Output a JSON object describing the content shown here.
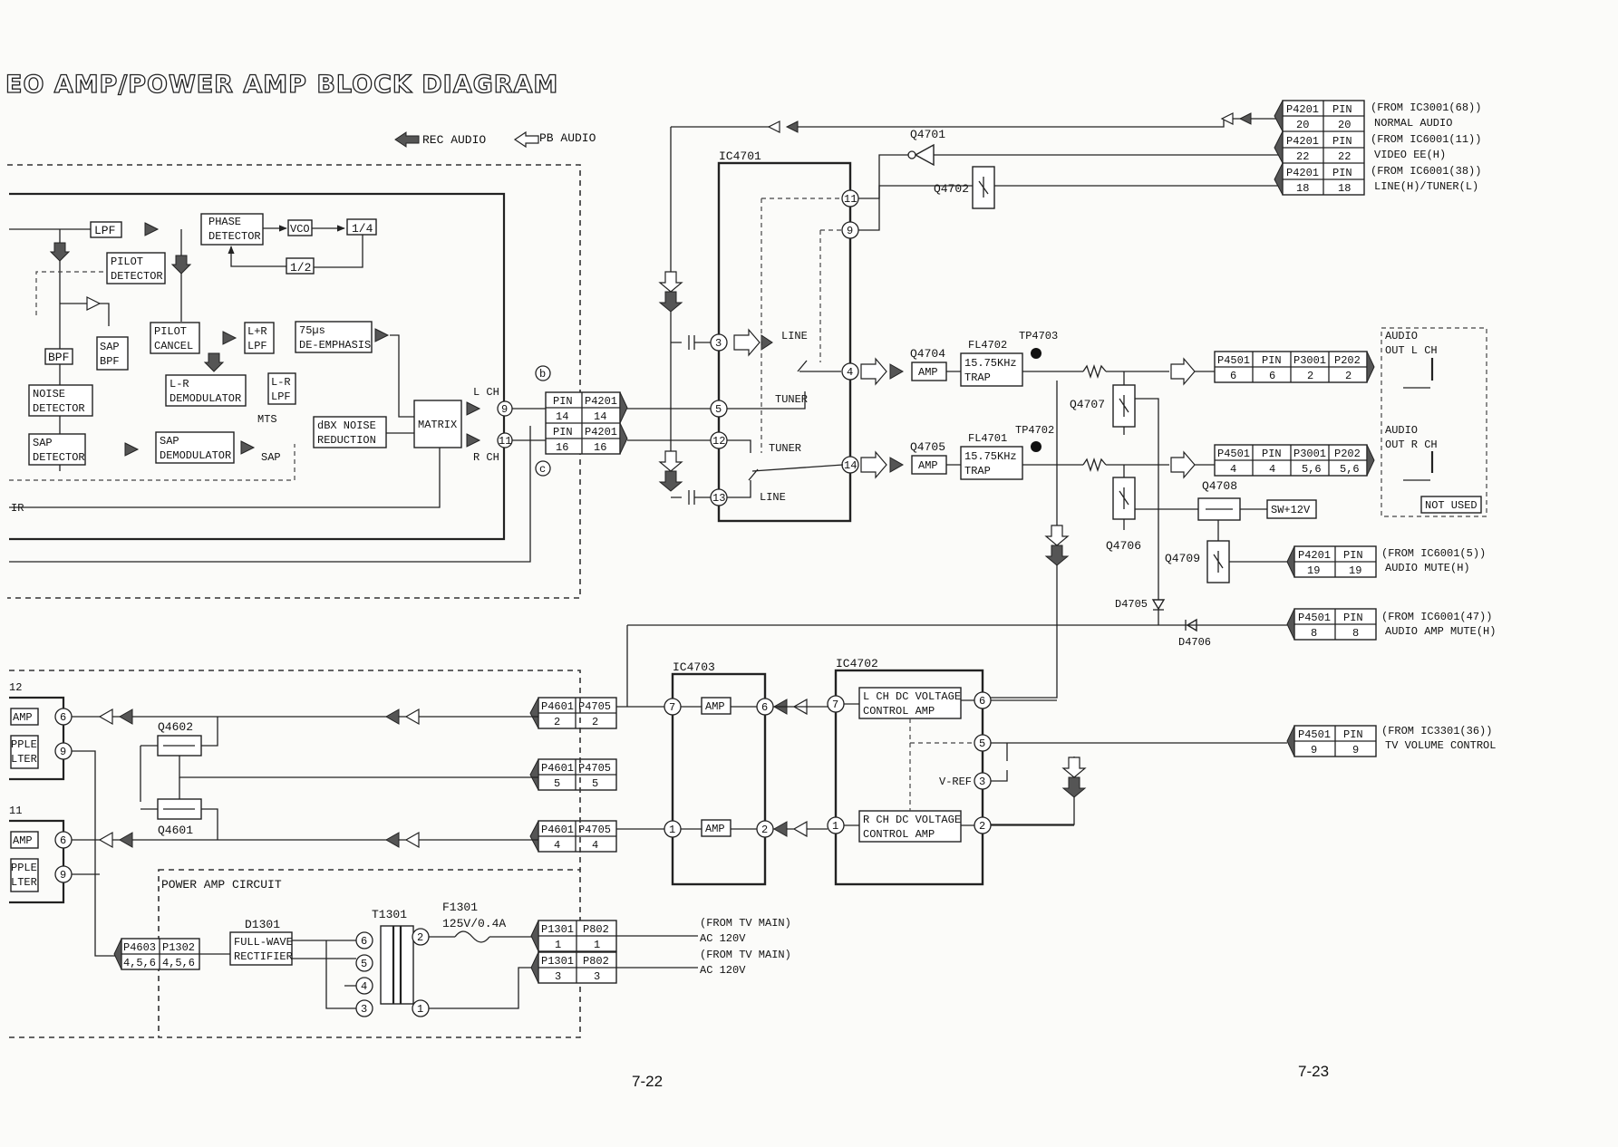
{
  "title": "EO AMP/POWER AMP BLOCK DIAGRAM",
  "legend": {
    "rec_audio": "REC AUDIO",
    "pb_audio": "PB AUDIO"
  },
  "page_numbers": {
    "left": "7-22",
    "right": "7-23"
  },
  "blocks": {
    "lpf": "LPF",
    "phase_detector_1": "PHASE",
    "phase_detector_2": "DETECTOR",
    "vco": "VCO",
    "div4": "1/4",
    "div2": "1/2",
    "pilot_detector_1": "PILOT",
    "pilot_detector_2": "DETECTOR",
    "pilot_cancel_1": "PILOT",
    "pilot_cancel_2": "CANCEL",
    "lr_lpf_1": "L+R",
    "lr_lpf_2": "LPF",
    "deemph_1": "75µs",
    "deemph_2": "DE-EMPHASIS",
    "bpf": "BPF",
    "sap_bpf_1": "SAP",
    "sap_bpf_2": "BPF",
    "noise_det_1": "NOISE",
    "noise_det_2": "DETECTOR",
    "lr_demod_1": "L-R",
    "lr_demod_2": "DEMODULATOR",
    "lmr_lpf_1": "L-R",
    "lmr_lpf_2": "LPF",
    "mts": "MTS",
    "sap_det_1": "SAP",
    "sap_det_2": "DETECTOR",
    "sap_demod_1": "SAP",
    "sap_demod_2": "DEMODULATOR",
    "sap_sw": "SAP",
    "dbx_1": "dBX NOISE",
    "dbx_2": "REDUCTION",
    "matrix": "MATRIX",
    "lch": "L CH",
    "rch": "R CH",
    "ir": "IR",
    "amp": "AMP",
    "ripple_1": "PPLE",
    "ripple_2": "LTER",
    "left_num_1": "12",
    "left_num_2": "11",
    "q4602": "Q4602",
    "q4601": "Q4601"
  },
  "circle_labels": {
    "b": "b",
    "c": "c"
  },
  "ic4701": {
    "name": "IC4701",
    "line_top": "LINE",
    "tuner_top": "TUNER",
    "tuner_bot": "TUNER",
    "line_bot": "LINE"
  },
  "connectors": {
    "pin": "PIN",
    "p4201": "P4201",
    "p4501": "P4501",
    "p3001": "P3001",
    "p202": "P202",
    "p4601": "P4601",
    "p4705": "P4705",
    "p4603": "P4603",
    "p1302": "P1302",
    "p1301": "P1301",
    "p802": "P802",
    "c_14": "14",
    "c_16": "16",
    "c_20": "20",
    "c_22": "22",
    "c_18": "18",
    "c_19": "19",
    "c_6": "6",
    "c_2": "2",
    "c_4": "4",
    "c_56": "5,6",
    "c_8": "8",
    "c_9": "9",
    "c_5": "5",
    "c_456": "4,5,6",
    "c_1": "1",
    "c_3": "3"
  },
  "notes": {
    "from_68": "(FROM IC3001(68))",
    "normal_audio": "NORMAL AUDIO",
    "from_11": "(FROM IC6001(11))",
    "video_ee": "VIDEO EE(H)",
    "from_38": "(FROM IC6001(38))",
    "line_tuner": "LINE(H)/TUNER(L)",
    "from_5": "(FROM IC6001(5))",
    "audio_mute": "AUDIO MUTE(H)",
    "from_47": "(FROM IC6001(47))",
    "audio_amp_mute": "AUDIO AMP MUTE(H)",
    "from_36": "(FROM IC3301(36))",
    "tv_volume": "TV VOLUME CONTROL",
    "from_tv_main": "(FROM TV MAIN)",
    "ac120": "AC 120V",
    "audio_out_l_1": "AUDIO",
    "audio_out_l_2": "OUT L CH",
    "audio_out_r_1": "AUDIO",
    "audio_out_r_2": "OUT R CH",
    "not_used": "NOT USED"
  },
  "parts": {
    "q4701": "Q4701",
    "q4702": "Q4702",
    "q4704": "Q4704",
    "q4705": "Q4705",
    "fl4702": "FL4702",
    "fl4701": "FL4701",
    "trap_1": "15.75KHz",
    "trap_2": "TRAP",
    "tp4703": "TP4703",
    "tp4702": "TP4702",
    "q4707": "Q4707",
    "q4706": "Q4706",
    "q4708": "Q4708",
    "q4709": "Q4709",
    "sw12v": "SW+12V",
    "d4705": "D4705",
    "d4706": "D4706"
  },
  "ic4703": {
    "name": "IC4703",
    "amp": "AMP"
  },
  "ic4702": {
    "name": "IC4702",
    "lch_1": "L CH DC VOLTAGE",
    "lch_2": "CONTROL AMP",
    "rch_1": "R CH DC VOLTAGE",
    "rch_2": "CONTROL AMP",
    "vref": "V-REF"
  },
  "power_amp": {
    "title": "POWER AMP CIRCUIT",
    "d1301": "D1301",
    "rect_1": "FULL-WAVE",
    "rect_2": "RECTIFIER",
    "t1301": "T1301",
    "f1301": "F1301",
    "fuse": "125V/0.4A"
  },
  "pin_numbers": {
    "n1": "1",
    "n2": "2",
    "n3": "3",
    "n4": "4",
    "n5": "5",
    "n6": "6",
    "n7": "7",
    "n9": "9",
    "n11": "11",
    "n12": "12",
    "n13": "13",
    "n14": "14"
  }
}
